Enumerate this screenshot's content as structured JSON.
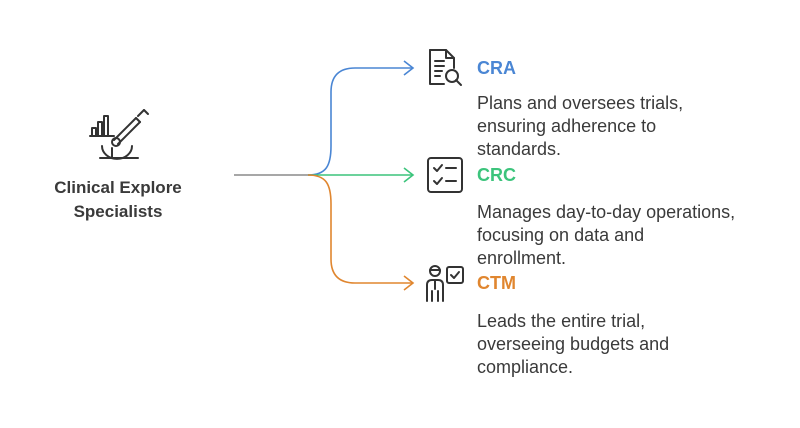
{
  "root": {
    "title_line1": "Clinical Explore",
    "title_line2": "Specialists",
    "icon": "microscope-icon"
  },
  "branches": [
    {
      "title": "CRA",
      "desc_lines": [
        "Plans and oversees trials,",
        "ensuring adherence to",
        "standards."
      ],
      "color": "#4a86d4",
      "icon": "document-search-icon"
    },
    {
      "title": "CRC",
      "desc_lines": [
        "Manages day-to-day operations,",
        "focusing on data and",
        "enrollment."
      ],
      "color": "#3cc47c",
      "icon": "checklist-icon"
    },
    {
      "title": "CTM",
      "desc_lines": [
        "Leads the entire trial,",
        "overseeing budgets and",
        "compliance."
      ],
      "color": "#e0862f",
      "icon": "manager-check-icon"
    }
  ],
  "colors": {
    "trunk": "#8a8a8a",
    "icon_stroke": "#333333"
  }
}
